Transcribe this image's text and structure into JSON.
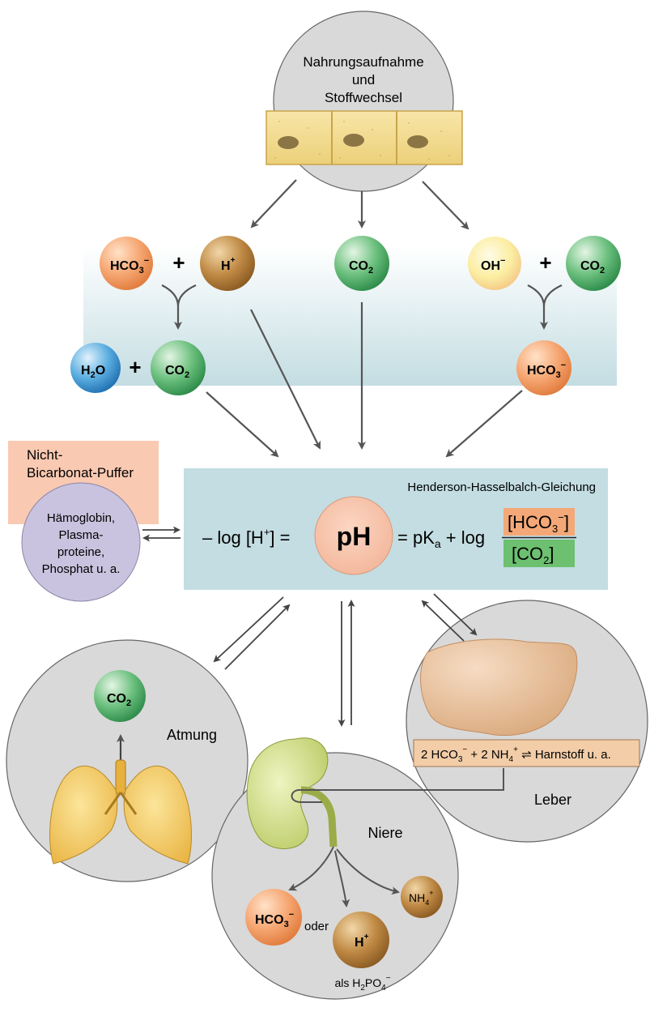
{
  "top": {
    "line1": "Nahrungsaufnahme",
    "line2": "und",
    "line3": "Stoffwechsel"
  },
  "mol": {
    "hco3": "HCO",
    "h": "H",
    "co2": "CO",
    "oh": "OH",
    "h2o": "H",
    "o": "O",
    "sub2": "2",
    "sub3": "3",
    "minus": "−",
    "plus_sup": "+",
    "plus": "+",
    "sub4": "4"
  },
  "buffer": {
    "title1": "Nicht-",
    "title2": "Bicarbonat-Puffer",
    "item1": "Hämoglobin,",
    "item2": "Plasma-",
    "item3": "proteine,",
    "item4": "Phosphat u. a."
  },
  "equation": {
    "title": "Henderson-Hasselbalch-Gleichung",
    "left": "– log [H",
    "left_close": "] =",
    "ph": "pH",
    "right": "= pK",
    "right_sub": "a",
    "right_log": "+ log",
    "num": "[HCO",
    "num_close": "]",
    "den": "[CO",
    "den_close": "]"
  },
  "organs": {
    "atmung": "Atmung",
    "niere": "Niere",
    "leber": "Leber",
    "oder": "oder",
    "als": "als H",
    "po4": "PO",
    "liver_eq_a": "2 HCO",
    "liver_eq_b": " + 2 NH",
    "liver_eq_c": " ⇌ Harnstoff u. a."
  },
  "colors": {
    "orange": "#f6a672",
    "brown": "#b07a3a",
    "green": "#44a560",
    "blue": "#3a8fd0",
    "yellow": "#f8e98a",
    "purple": "#c9c3df",
    "eqbox": "#c3dde2",
    "buffer_bg": "#f9c9b2",
    "circle_gray": "#d9d9d9"
  }
}
